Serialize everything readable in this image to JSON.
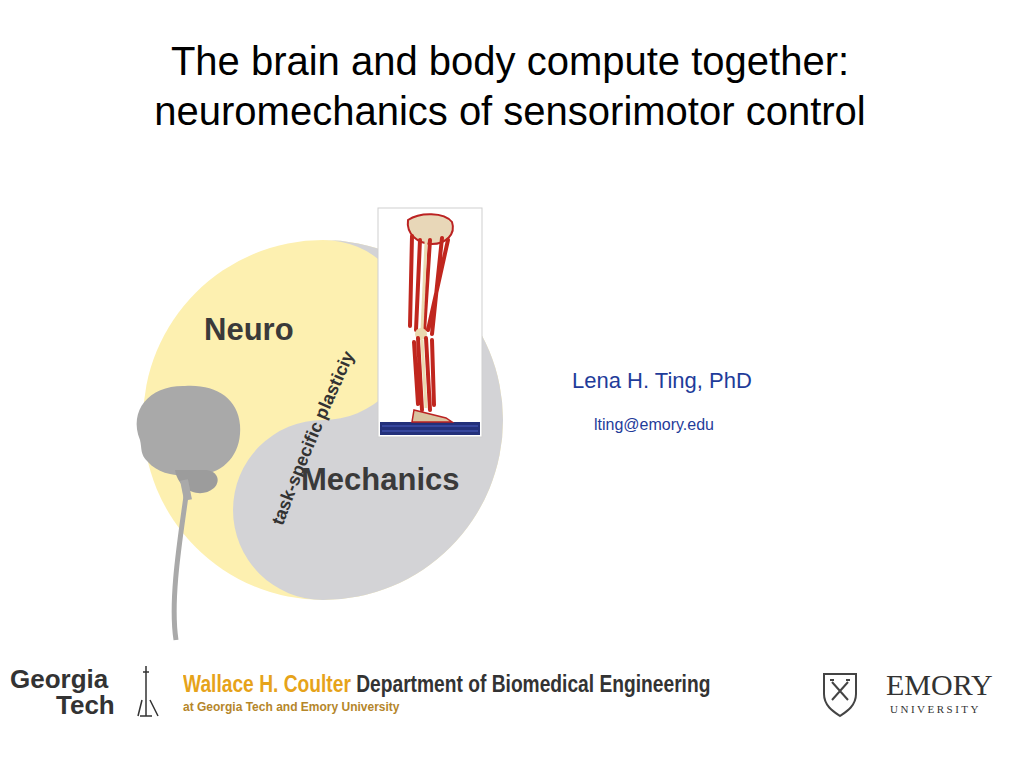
{
  "diagram": {
    "title": "The brain and body compute together: neuromechanics of sensorimotor control",
    "labels": [
      "Neuro",
      "task-specific plasticiy",
      "Mechanics",
      "Lena H. Ting, PhD",
      "lting@emory.edu",
      "Georgia",
      "Tech",
      "Wallace H. Coulter",
      "Department of Biomedical Engineering",
      "at Georgia Tech and Emory University",
      "EMORY",
      "UNIVERSITY"
    ]
  }
}
